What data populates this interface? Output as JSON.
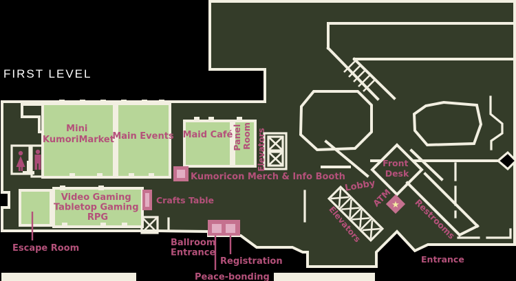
{
  "title": "FIRST LEVEL",
  "colors": {
    "background": "#000000",
    "map_bg": "#343c29",
    "wall": "#f2efe1",
    "room_green": "#b7d698",
    "label_pink": "#b4517a",
    "icon_pink": "#c5718f",
    "icon_pink_light": "#e2aec3",
    "figure_pink": "#ab4c77",
    "star_yellow": "#f3eda2"
  },
  "labels": {
    "mini_market": [
      "Mini",
      "KumoriMarket"
    ],
    "main_events": "Main Events",
    "maid_cafe": "Maid Café",
    "panel_room": [
      "Panel",
      "Room"
    ],
    "elevators_center": "Elevators",
    "merch_booth": "Kumoricon Merch & Info Booth",
    "crafts_table": "Crafts Table",
    "video_gaming": [
      "Video Gaming",
      "Tabletop Gaming",
      "RPG"
    ],
    "escape_room": "Escape Room",
    "ballroom_entrance": [
      "Ballroom",
      "Entrance"
    ],
    "registration": "Registration",
    "peace_bonding": "Peace-bonding",
    "lobby": "Lobby",
    "front_desk": [
      "Front",
      "Desk"
    ],
    "atm": "ATM",
    "restrooms": "Restrooms",
    "elevators_diag": "Elevators",
    "entrance": "Entrance"
  },
  "icons": {
    "atm_star": "★"
  }
}
